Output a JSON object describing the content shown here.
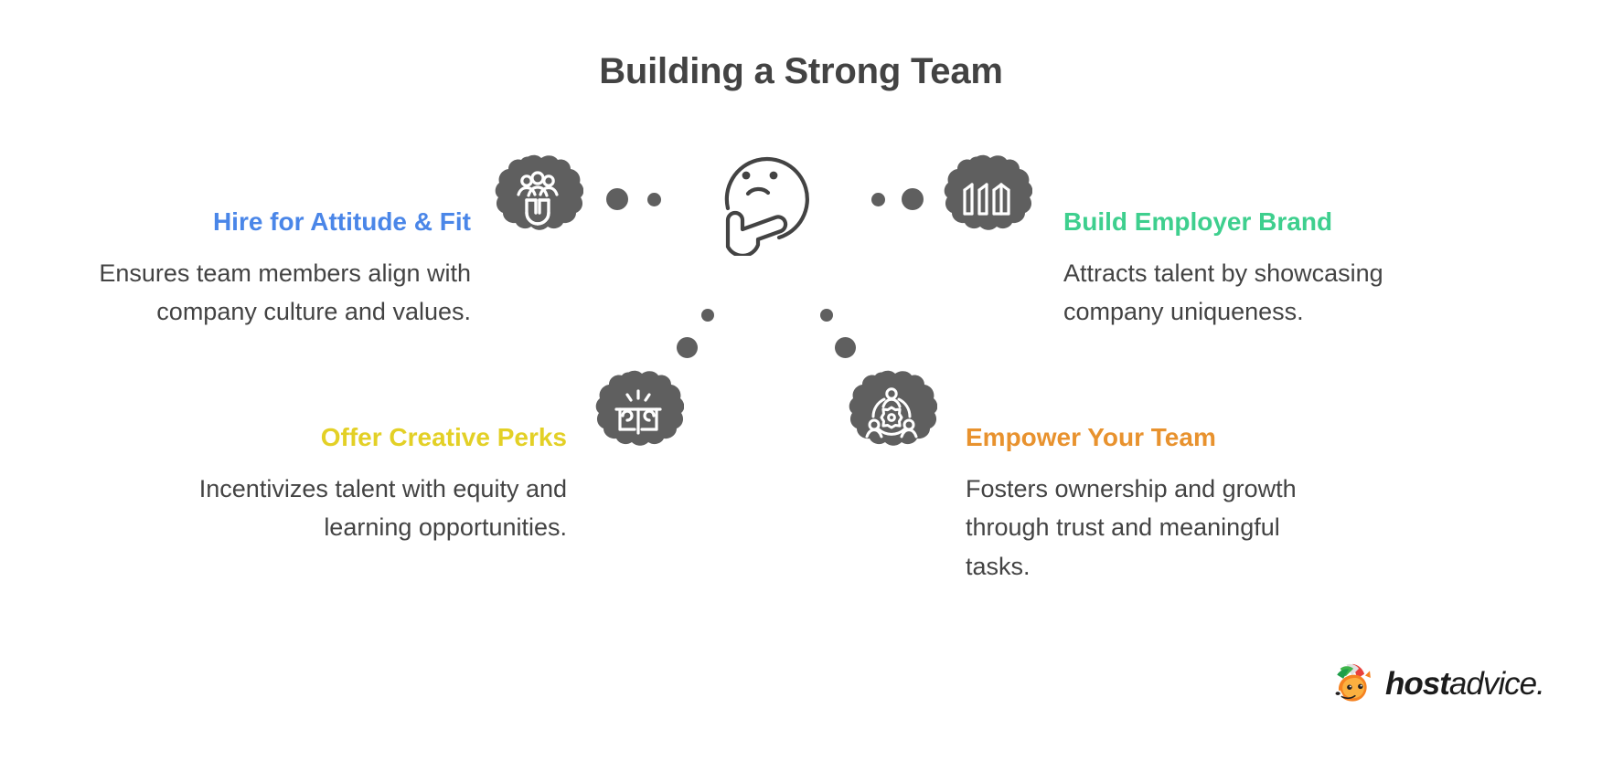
{
  "title": "Building a Strong Team",
  "quadrants": [
    {
      "id": "hire",
      "heading": "Hire for Attitude & Fit",
      "body": "Ensures team members align with company culture and values.",
      "color": "#4a86e8",
      "icon": "magnet-people-icon"
    },
    {
      "id": "brand",
      "heading": "Build Employer Brand",
      "body": "Attracts talent by showcasing company uniqueness.",
      "color": "#3ecf8e",
      "icon": "company-building-icon"
    },
    {
      "id": "perks",
      "heading": "Offer Creative Perks",
      "body": "Incentivizes talent with equity and learning opportunities.",
      "color": "#e3d026",
      "icon": "gift-sparkle-icon"
    },
    {
      "id": "empower",
      "heading": "Empower Your Team",
      "body": "Fosters ownership and growth through trust and meaningful tasks.",
      "color": "#e8922e",
      "icon": "team-gear-icon"
    }
  ],
  "center": {
    "icon": "thinking-face-icon"
  },
  "logo": {
    "mascot": "fox-mascot-icon",
    "word_primary": "host",
    "word_secondary": "advice."
  },
  "palette": {
    "text": "#434343",
    "icon_blob": "#5f5f5f",
    "background": "#ffffff"
  }
}
